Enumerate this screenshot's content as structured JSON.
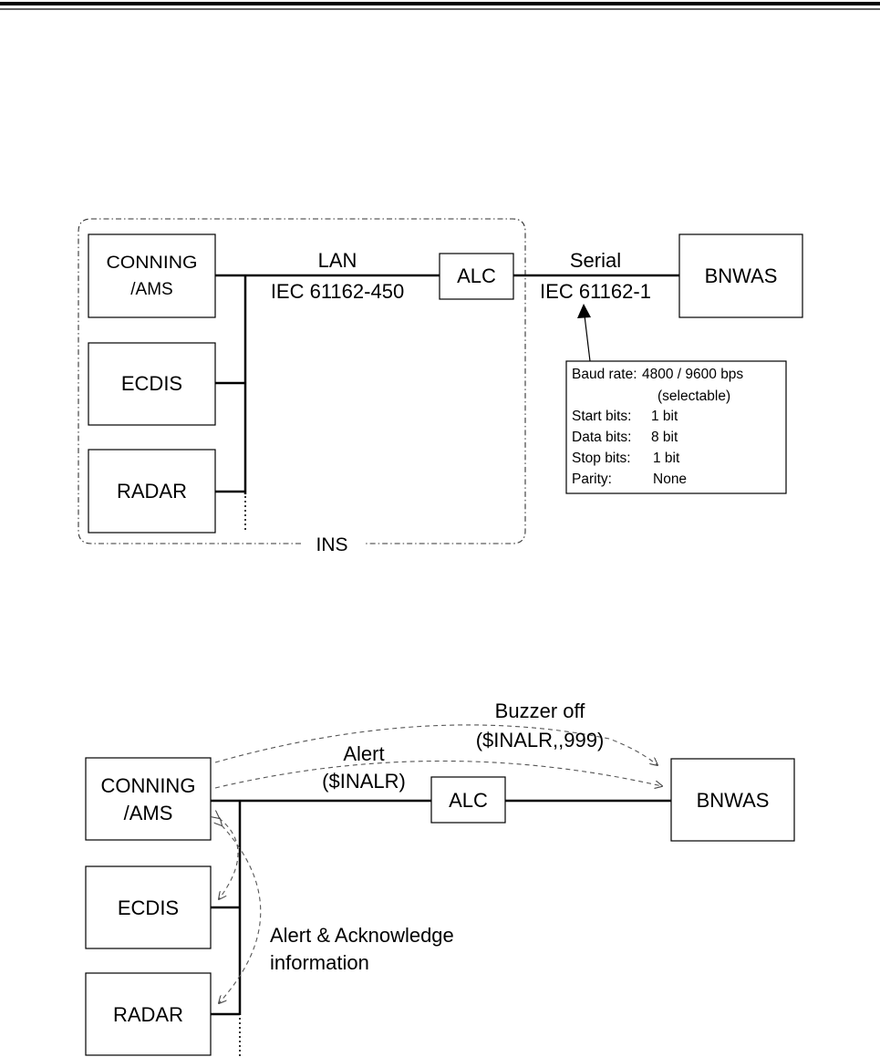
{
  "diagram1": {
    "boxes": {
      "conning": [
        "CONNING",
        "/AMS"
      ],
      "ecdis": "ECDIS",
      "radar": "RADAR",
      "alc": "ALC",
      "bnwas": "BNWAS"
    },
    "lan_label": "LAN",
    "lan_std": "IEC 61162-450",
    "serial_label": "Serial",
    "serial_std": "IEC 61162-1",
    "ins_label": "INS",
    "serial_settings": [
      {
        "key": "Baud rate:",
        "value": "4800 / 9600 bps"
      },
      {
        "key": "",
        "value": "(selectable)"
      },
      {
        "key": "Start bits:",
        "value": "1 bit"
      },
      {
        "key": "Data bits:",
        "value": "8 bit"
      },
      {
        "key": "Stop bits:",
        "value": "1 bit"
      },
      {
        "key": "Parity:",
        "value": "None"
      }
    ]
  },
  "diagram2": {
    "boxes": {
      "conning": [
        "CONNING",
        "/AMS"
      ],
      "ecdis": "ECDIS",
      "radar": "RADAR",
      "alc": "ALC",
      "bnwas": "BNWAS"
    },
    "buzzer_off": [
      "Buzzer off",
      "($INALR,,999)"
    ],
    "alert": [
      "Alert",
      "($INALR)"
    ],
    "ack_info": [
      "Alert & Acknowledge",
      "information"
    ]
  }
}
